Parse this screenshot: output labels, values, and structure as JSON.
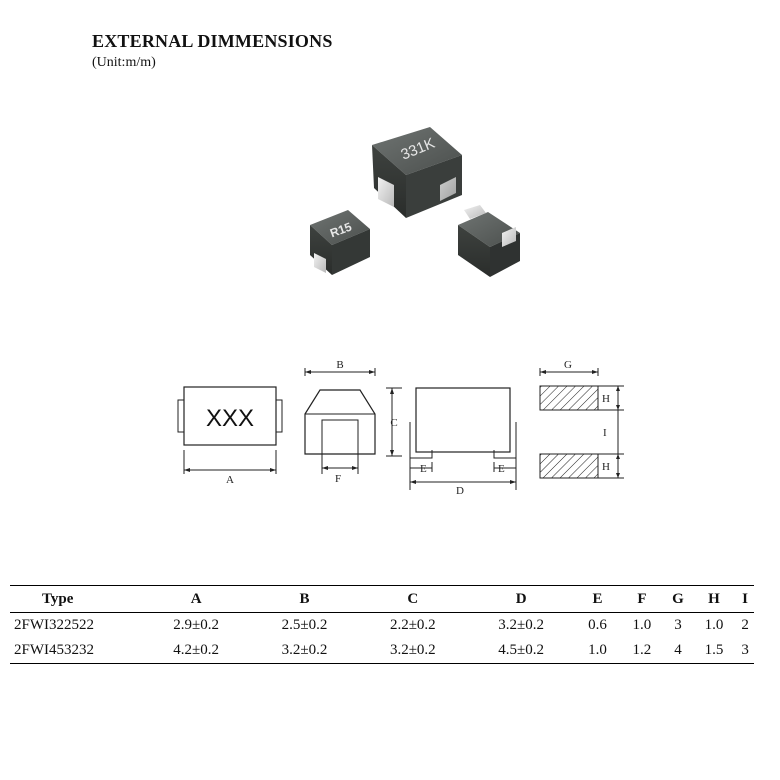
{
  "header": {
    "title": "EXTERNAL DIMMENSIONS",
    "unit": "(Unit:m/m)"
  },
  "photo": {
    "parts": [
      "331K",
      "R15"
    ]
  },
  "drawing": {
    "marking": "XXX",
    "labels": {
      "A": "A",
      "B": "B",
      "C": "C",
      "D": "D",
      "E": "E",
      "F": "F",
      "G": "G",
      "H": "H",
      "I": "I"
    }
  },
  "table": {
    "headers": [
      "Type",
      "A",
      "B",
      "C",
      "D",
      "E",
      "F",
      "G",
      "H",
      "I"
    ],
    "rows": [
      [
        "2FWI322522",
        "2.9±0.2",
        "2.5±0.2",
        "2.2±0.2",
        "3.2±0.2",
        "0.6",
        "1.0",
        "3",
        "1.0",
        "2"
      ],
      [
        "2FWI453232",
        "4.2±0.2",
        "3.2±0.2",
        "3.2±0.2",
        "4.5±0.2",
        "1.0",
        "1.2",
        "4",
        "1.5",
        "3"
      ]
    ]
  }
}
